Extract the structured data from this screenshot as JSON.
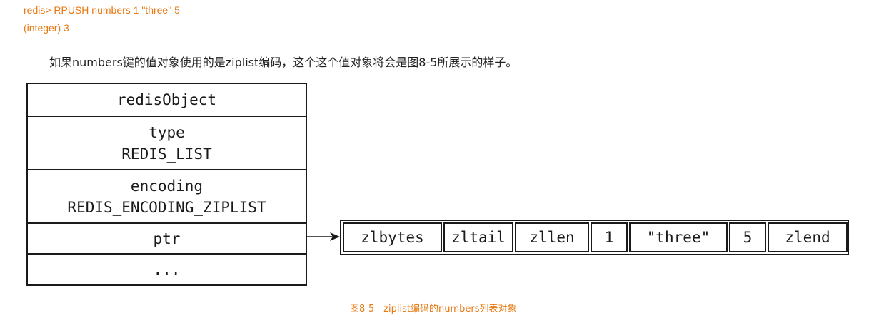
{
  "code": {
    "command": "redis> RPUSH numbers 1 \"three\" 5",
    "result": "(integer) 3"
  },
  "paragraph": "如果numbers键的值对象使用的是ziplist编码，这个这个值对象将会是图8-5所展示的样子。",
  "redis_object": {
    "header": "redisObject",
    "type_label": "type",
    "type_value": "REDIS_LIST",
    "encoding_label": "encoding",
    "encoding_value": "REDIS_ENCODING_ZIPLIST",
    "ptr_label": "ptr",
    "ellipsis": "..."
  },
  "ziplist": {
    "cells": [
      "zlbytes",
      "zltail",
      "zllen",
      "1",
      "\"three\"",
      "5",
      "zlend"
    ]
  },
  "caption": "图8-5　ziplist编码的numbers列表对象",
  "colors": {
    "accent": "#e8780f",
    "stroke": "#1a1a1a",
    "text": "#222222"
  }
}
